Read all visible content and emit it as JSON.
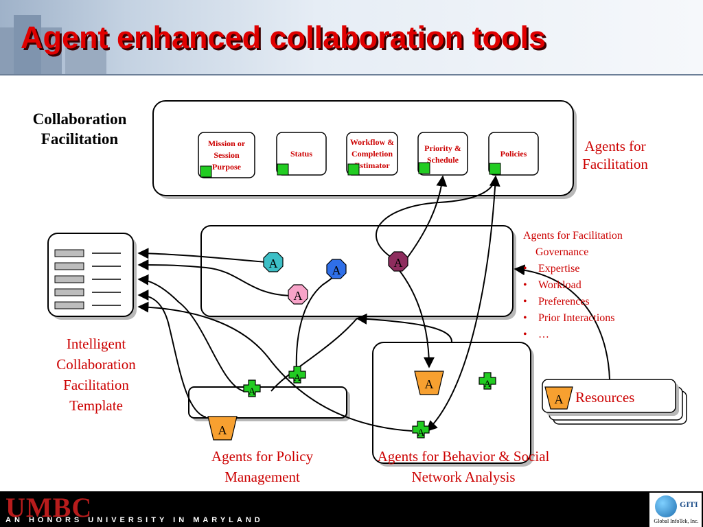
{
  "slide": {
    "title": "Agent enhanced collaboration tools"
  },
  "labels": {
    "collaboration_facilitation": [
      "Collaboration",
      "Facilitation"
    ],
    "agents_for_facilitation": [
      "Agents for",
      "Facilitation"
    ],
    "template": [
      "Intelligent",
      "Collaboration",
      "Facilitation",
      "Template"
    ],
    "policy_agents": [
      "Agents for Policy",
      "Management"
    ],
    "behavior_agents": [
      "Agents for Behavior & Social",
      "Network Analysis"
    ],
    "resources": "Resources"
  },
  "facilitation_boxes": [
    {
      "lines": [
        "Mission or",
        "Session",
        "Purpose"
      ]
    },
    {
      "lines": [
        "Status"
      ]
    },
    {
      "lines": [
        "Workflow &",
        "Completion",
        "Estimator"
      ]
    },
    {
      "lines": [
        "Priority &",
        "Schedule"
      ]
    },
    {
      "lines": [
        "Policies"
      ]
    }
  ],
  "governance": {
    "heading": [
      "Agents for Facilitation",
      "Governance"
    ],
    "items": [
      "Expertise",
      "Workload",
      "Preferences",
      "Prior Interactions",
      "…"
    ]
  },
  "agent_symbol": "A",
  "footer": {
    "logo": "UMBC",
    "tagline": "AN HONORS UNIVERSITY IN MARYLAND",
    "partner_name": "GITI",
    "partner_full": "Global InfoTek, Inc."
  },
  "colors": {
    "title_red": "#e00000",
    "label_red": "#cc0000",
    "agent_teal": "#3dbfc6",
    "agent_blue": "#2f6fe8",
    "agent_plum": "#8e2d5e",
    "agent_pink": "#f7a3c8",
    "agent_green": "#22cc22",
    "agent_orange": "#f7a030"
  }
}
